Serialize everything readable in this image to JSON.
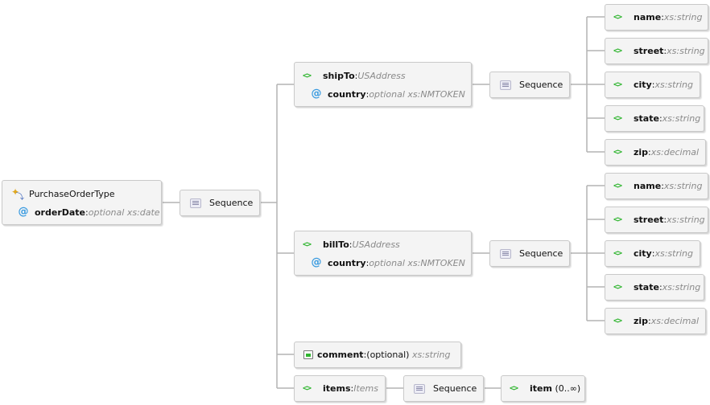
{
  "root": {
    "name": "PurchaseOrderType",
    "attribute": {
      "name": "orderDate",
      "optional": "optional",
      "type": "xs:date"
    }
  },
  "sequence_label": "Sequence",
  "separator": " : ",
  "shipTo": {
    "name": "shipTo",
    "type": "USAddress",
    "attribute": {
      "name": "country",
      "optional": "optional",
      "type": "xs:NMTOKEN"
    }
  },
  "billTo": {
    "name": "billTo",
    "type": "USAddress",
    "attribute": {
      "name": "country",
      "optional": "optional",
      "type": "xs:NMTOKEN"
    }
  },
  "address_fields": [
    {
      "name": "name",
      "type": "xs:string"
    },
    {
      "name": "street",
      "type": "xs:string"
    },
    {
      "name": "city",
      "type": "xs:string"
    },
    {
      "name": "state",
      "type": "xs:string"
    },
    {
      "name": "zip",
      "type": "xs:decimal"
    }
  ],
  "comment": {
    "name": "comment",
    "occurs": "(optional)",
    "type": "xs:string"
  },
  "items": {
    "name": "items",
    "type": "Items"
  },
  "item": {
    "name": "item",
    "occurs": "(0..∞)"
  },
  "colors": {
    "element_icon": "#2fb52f",
    "attribute_icon": "#3a9be0",
    "type_text": "#8a8a8a"
  }
}
